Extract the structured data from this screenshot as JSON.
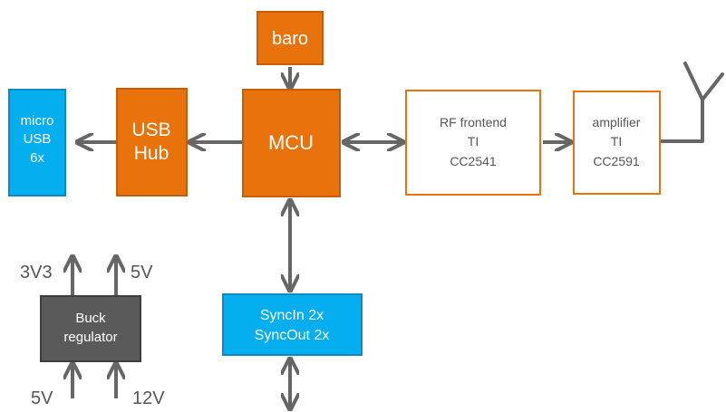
{
  "colors": {
    "orange": "#E8720C",
    "blue": "#05AEEF",
    "gray": "#5A5A5A",
    "arrow": "#666666",
    "white": "#FFFFFF",
    "text_dark": "#555555"
  },
  "blocks": {
    "baro": {
      "lines": [
        "baro"
      ]
    },
    "mcu": {
      "lines": [
        "MCU"
      ]
    },
    "usb_hub": {
      "lines": [
        "USB",
        "Hub"
      ]
    },
    "micro_usb": {
      "lines": [
        "micro",
        "USB",
        "6x"
      ]
    },
    "rf_frontend": {
      "lines": [
        "RF frontend",
        "TI",
        "CC2541"
      ]
    },
    "amplifier": {
      "lines": [
        "amplifier",
        "TI",
        "CC2591"
      ]
    },
    "sync": {
      "lines": [
        "SyncIn 2x",
        "SyncOut 2x"
      ]
    },
    "buck": {
      "lines": [
        "Buck",
        "regulator"
      ]
    }
  },
  "labels": {
    "out_3v3": "3V3",
    "out_5v": "5V",
    "in_5v": "5V",
    "in_12v": "12V"
  },
  "icons": {
    "antenna": "antenna-icon"
  }
}
